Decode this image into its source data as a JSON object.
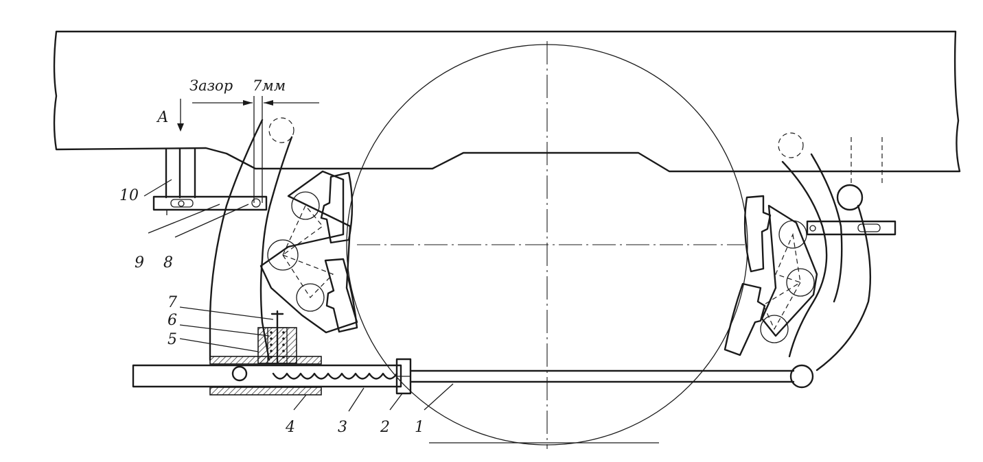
{
  "gap_dimension": {
    "label": "Зазор",
    "value": "7мм"
  },
  "view_marker": "А",
  "part_numbers": [
    "1",
    "2",
    "3",
    "4",
    "5",
    "6",
    "7",
    "8",
    "9",
    "10"
  ]
}
